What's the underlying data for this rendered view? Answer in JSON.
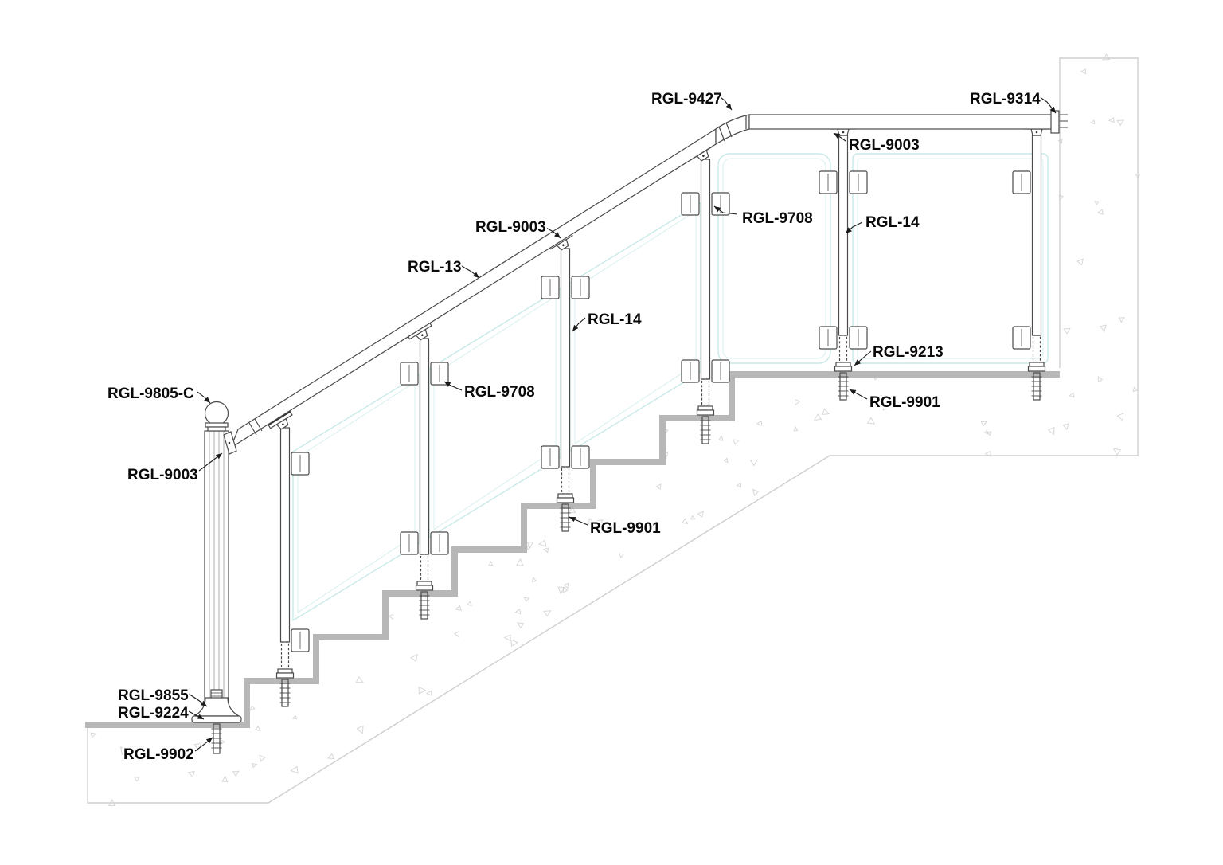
{
  "drawing": {
    "background": "#ffffff",
    "colors": {
      "linework": "#4a4a4a",
      "step_profile": "#b7b7b7",
      "concrete_outline": "#cfcfcf",
      "stipple": "#d8d8d8",
      "glass_edge": "#c8eae8",
      "label_text": "#0a0a0a"
    }
  },
  "parts": [
    {
      "component": "handrail-elbow-fitting",
      "label": "RGL-9427"
    },
    {
      "component": "handrail-wall-flange",
      "label": "RGL-9314"
    },
    {
      "component": "post-saddle-landing",
      "label": "RGL-9003"
    },
    {
      "component": "glass-clamp-landing",
      "label": "RGL-9708"
    },
    {
      "component": "glass-panel-landing",
      "label": "RGL-14"
    },
    {
      "component": "post-saddle-stair",
      "label": "RGL-9003"
    },
    {
      "component": "handrail-tube",
      "label": "RGL-13"
    },
    {
      "component": "glass-panel-stair",
      "label": "RGL-14"
    },
    {
      "component": "glass-clamp-stair",
      "label": "RGL-9708"
    },
    {
      "component": "newel-ball-finial",
      "label": "RGL-9805-C"
    },
    {
      "component": "rail-end-flange",
      "label": "RGL-9003"
    },
    {
      "component": "post-base-fitting",
      "label": "RGL-9213"
    },
    {
      "component": "concrete-anchor-landing",
      "label": "RGL-9901"
    },
    {
      "component": "concrete-anchor-stair",
      "label": "RGL-9901"
    },
    {
      "component": "newel-adjuster-collar",
      "label": "RGL-9855"
    },
    {
      "component": "newel-base-flange",
      "label": "RGL-9224"
    },
    {
      "component": "newel-concrete-anchor",
      "label": "RGL-9902"
    }
  ]
}
